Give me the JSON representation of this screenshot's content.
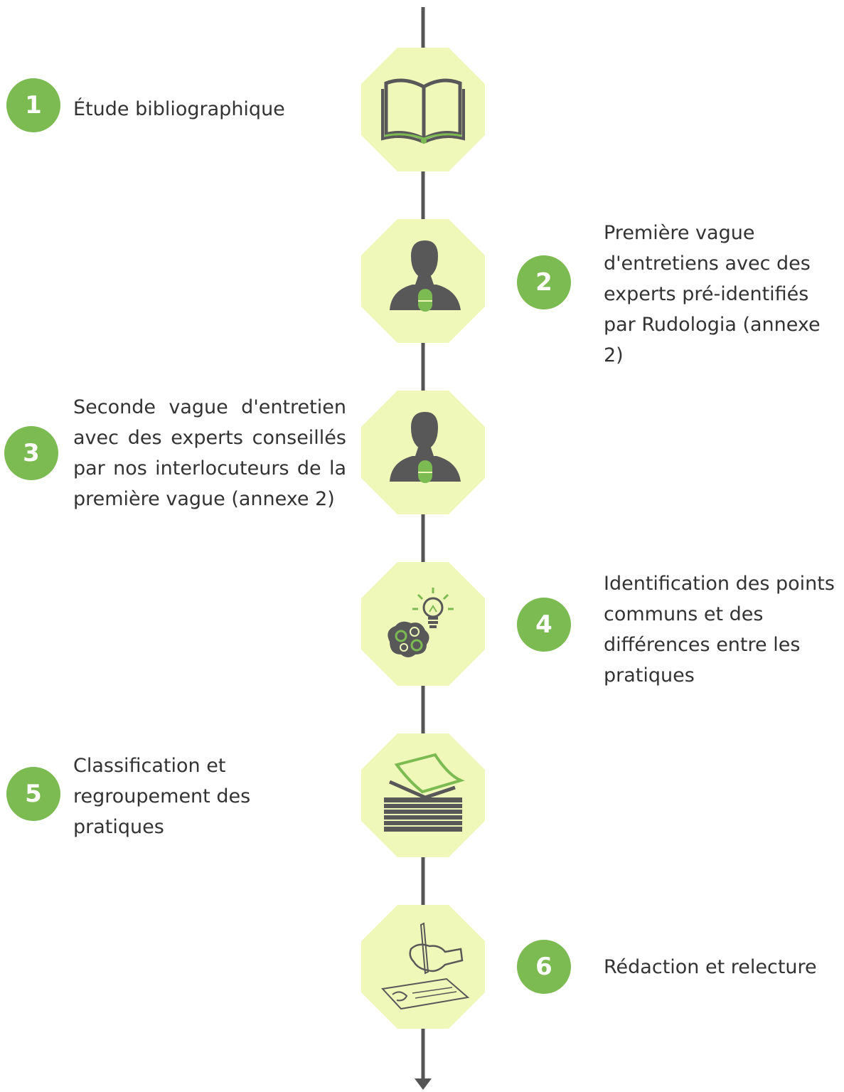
{
  "colors": {
    "line": "#555555",
    "octagon_fill": "#f0f8b9",
    "badge": "#7cba52",
    "icon_dark": "#585858",
    "icon_accent": "#7cba52",
    "text": "#333333"
  },
  "steps": [
    {
      "number": "1",
      "label": "Étude bibliographique",
      "icon": "open-book-icon"
    },
    {
      "number": "2",
      "label": "Première vague d'entretiens avec des experts pré-identifiés par Rudologia (annexe 2)",
      "icon": "person-microphone-icon"
    },
    {
      "number": "3",
      "label": "Seconde vague d'entretien avec des experts conseillés par nos interlocuteurs de la première vague (annexe 2)",
      "icon": "person-microphone-icon"
    },
    {
      "number": "4",
      "label": "Identification des points communs et des différences entre les pratiques",
      "icon": "lightbulb-gears-icon"
    },
    {
      "number": "5",
      "label": "Classification et regroupement des pratiques",
      "icon": "paper-stack-icon"
    },
    {
      "number": "6",
      "label": "Rédaction et relecture",
      "icon": "hand-writing-icon"
    }
  ]
}
